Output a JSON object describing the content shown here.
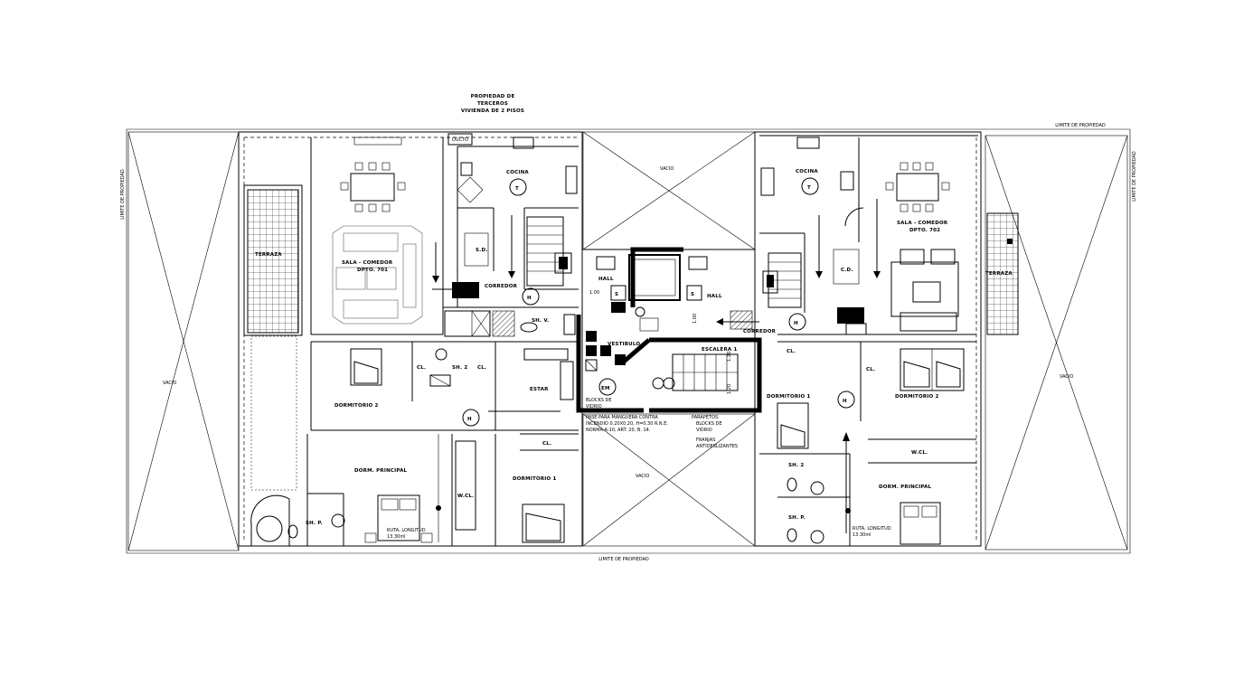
{
  "neighbor_note": [
    "PROPIEDAD DE",
    "TERCEROS",
    "VIVIENDA DE 2 PISOS"
  ],
  "property_limits": {
    "top": "LIMITE DE PROPIEDAD",
    "bottom": "LIMITE DE PROPIEDAD",
    "left": "LIMITE DE PROPIEDAD",
    "right": "LIMITE DE PROPIEDAD"
  },
  "voids": {
    "top": "VACIO",
    "bottom": "VACIO",
    "left": "VACIO",
    "right": "VACIO"
  },
  "left_unit": {
    "duct": "DUCTO",
    "kitchen": "COCINA",
    "living": [
      "SALA - COMEDOR",
      "DPTO. 701"
    ],
    "terrace": "TERRAZA",
    "service": "S.D.",
    "corridor": "CORREDOR",
    "bath_service": "SH. V.",
    "closet_1": "CL.",
    "bath_2": "SH. 2",
    "closet_2": "CL.",
    "study": "ESTAR",
    "bedroom_2": "DORMITORIO 2",
    "closet_3": "CL.",
    "master": "DORM. PRINCIPAL",
    "walk_in": "W.CL.",
    "bedroom_1": "DORMITORIO 1",
    "bath_main": "SH. P.",
    "route": [
      "RUTA, LONGITUD",
      "13.30ml"
    ]
  },
  "core": {
    "hall_left": "HALL",
    "hall_right": "HALL",
    "dim_1": "1.00",
    "dim_2": "1.00",
    "vestibule": "VESTIBULO",
    "stair": "ESCALERA 1",
    "dim_stair": "1.20",
    "dim_stair_2": "1.20",
    "blocks_1": [
      "BLOCKS DE",
      "VIDRIO"
    ],
    "fire_note": [
      "PASE PARA MANGUERA CONTRA",
      "INCENDIO 0.20X0.20, H=0.30 R.N.E.",
      "NORMA A-10, ART. 20, B. 14."
    ],
    "parapet": "PARAPETOS",
    "blocks_2": [
      "BLOCKS DE",
      "VIDRIO"
    ],
    "strips": [
      "FRANJAS",
      "ANTIDESLIZANTES"
    ],
    "em_label": "EM",
    "s_label": "S"
  },
  "right_unit": {
    "kitchen": "COCINA",
    "living": [
      "SALA - COMEDOR",
      "DPTO. 702"
    ],
    "terrace": "TERRAZA",
    "service": "C.D.",
    "corridor": "CORREDOR",
    "closet_1": "CL.",
    "closet_2": "CL.",
    "bedroom_1": "DORMITORIO 1",
    "bedroom_2": "DORMITORIO 2",
    "walk_in": "W.CL.",
    "bath_2": "SH. 2",
    "bath_main": "SH. P.",
    "master": "DORM. PRINCIPAL",
    "route": [
      "RUTA, LONGITUD",
      "13.30ml"
    ]
  },
  "symbols": {
    "h_label": "H",
    "t_label": "T"
  }
}
